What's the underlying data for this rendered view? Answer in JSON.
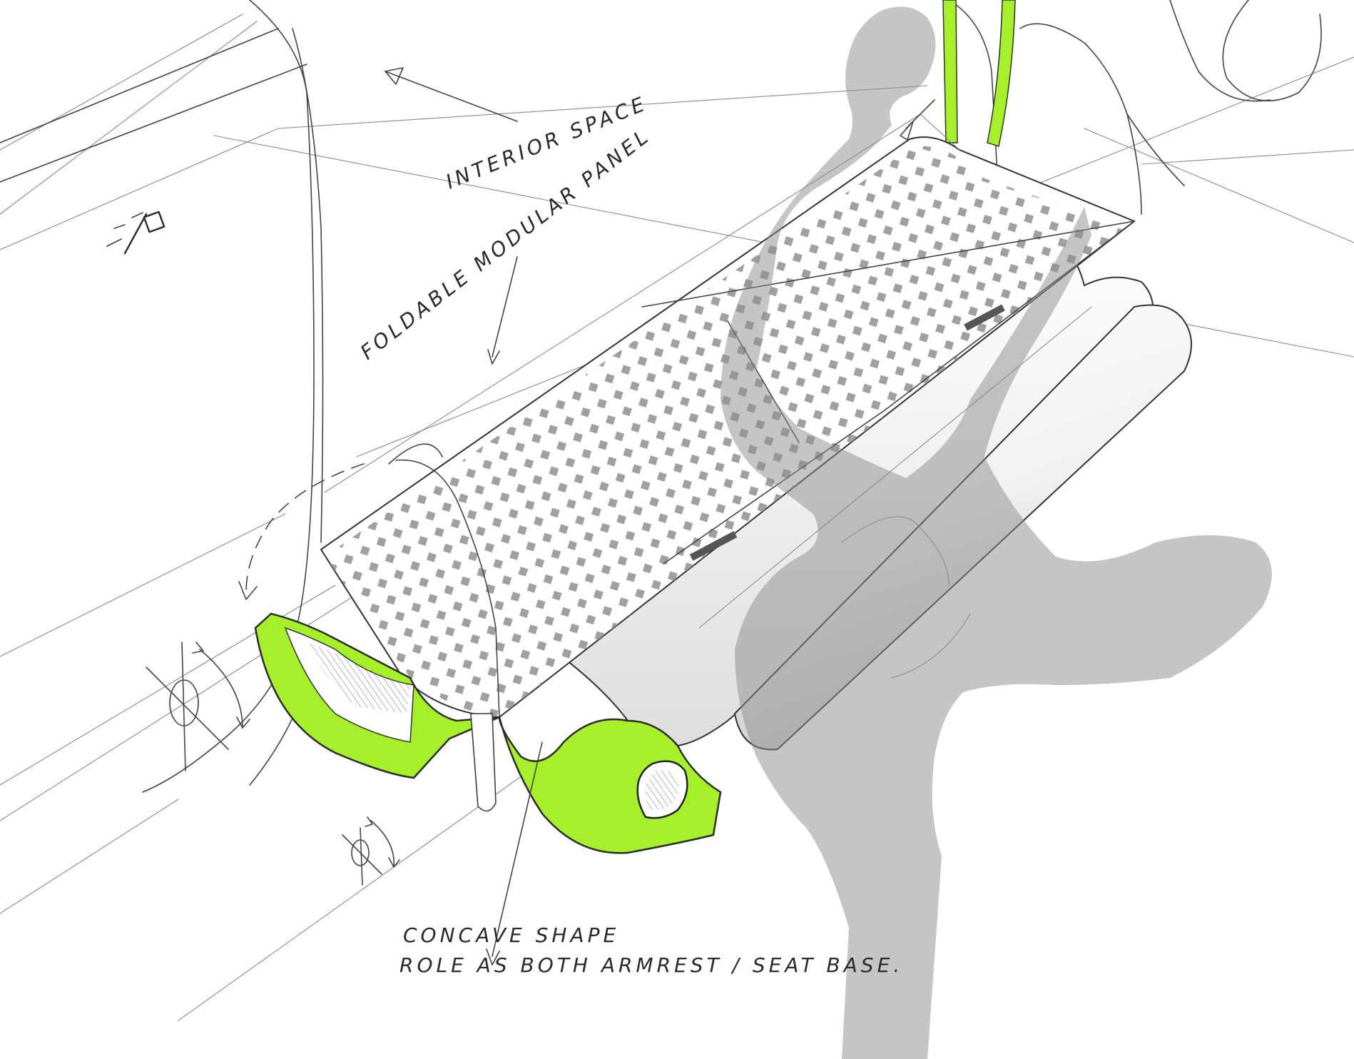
{
  "annotations": {
    "interior_space": "INTERIOR SPACE",
    "foldable_panel": "FOLDABLE MODULAR PANEL",
    "concave_line1": "CONCAVE SHAPE",
    "concave_line2": "ROLE AS BOTH ARMREST / SEAT BASE."
  },
  "colors": {
    "accent_green": "#a5f02a",
    "shadow_gray": "#9b9b9b",
    "perforation_gray": "#8f8f8f",
    "line": "#444444"
  }
}
